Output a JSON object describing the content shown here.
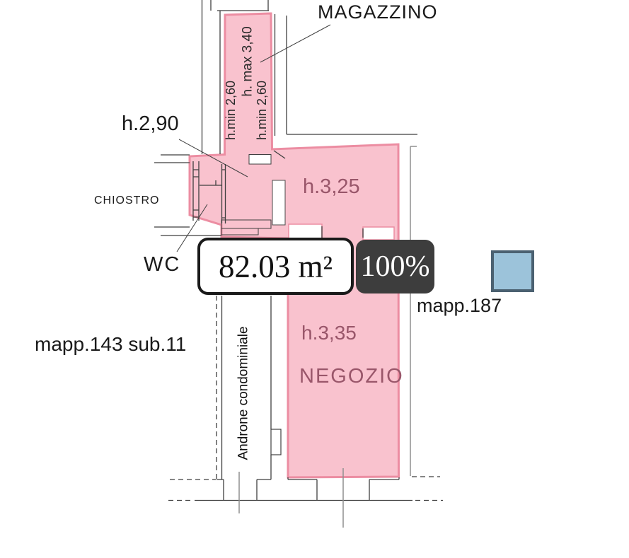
{
  "labels": {
    "magazzino": "MAGAZZINO",
    "h_290": "h.2,90",
    "chiostro": "CHIOSTRO",
    "wc": "WC",
    "mapp_143": "mapp.143 sub.11",
    "mapp_187": "mapp.187",
    "h_min_left": "h.min 2,60",
    "h_max": "h. max 3,40",
    "h_min_right": "h.min 2,60",
    "androne": "Androne condominiale",
    "h_325": "h.3,25",
    "h_335": "h.3,35",
    "negozio": "NEGOZIO"
  },
  "badges": {
    "area": "82.03 m²",
    "share": "100%"
  },
  "colors": {
    "room_fill": "#f9c2ce",
    "room_stroke": "#ec8da2",
    "room_label": "#99566a",
    "wall_line": "#3f3f3f",
    "light_line": "#8f8f8f",
    "area_badge_border": "#1a1a1a",
    "share_badge_bg": "#3d3d3d",
    "share_badge_text": "#ffffff",
    "legend_square_fill": "#9cc3da",
    "legend_square_border": "#4b6171"
  }
}
